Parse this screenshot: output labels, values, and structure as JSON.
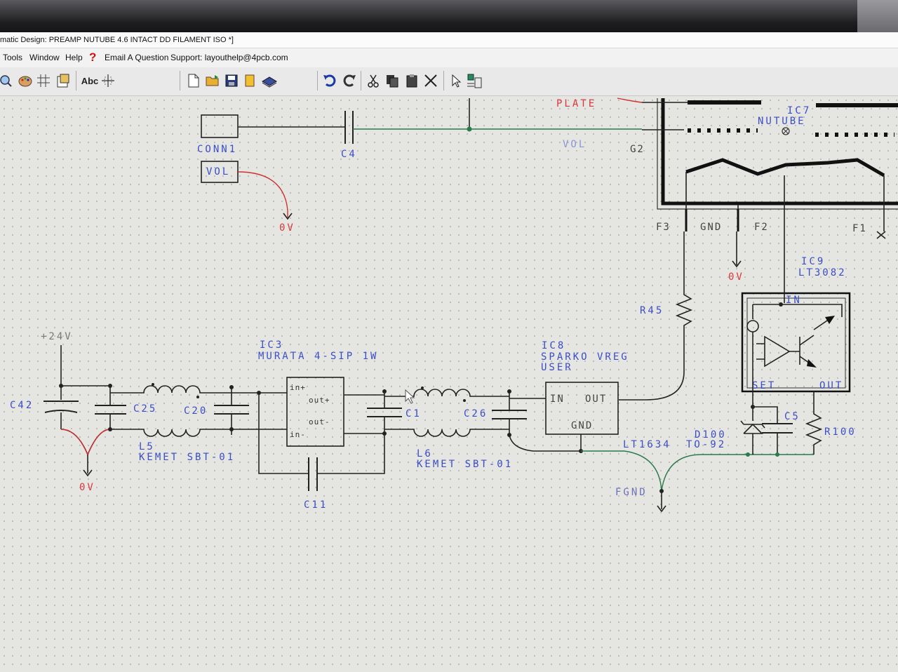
{
  "window": {
    "title": "matic Design: PREAMP NUTUBE 4.6 INTACT DD FILAMENT ISO *]"
  },
  "menu": {
    "items": [
      "Tools",
      "Window",
      "Help"
    ],
    "email": "Email A Question",
    "support": "Support: layouthelp@4pcb.com"
  },
  "toolbar": {
    "text_tool": "Abc"
  },
  "schematic": {
    "labels": {
      "plate": "PLATE",
      "ic7": "IC7",
      "nutube": "NUTUBE",
      "vol_net": "VOL",
      "g2": "G2",
      "conn1": "CONN1",
      "c4": "C4",
      "vol_port": "VOL",
      "ov_1": "0V",
      "f3": "F3",
      "gnd": "GND",
      "f2": "F2",
      "f1": "F1",
      "ov_2": "0V",
      "ic9": "IC9",
      "lt3082": "LT3082",
      "r45": "R45",
      "plus24v": "+24V",
      "ic3": "IC3",
      "murata": "MURATA 4-SIP 1W",
      "ic8": "IC8",
      "sparko": "SPARKO VREG",
      "user": "USER",
      "c42": "C42",
      "c25": "C25",
      "c20": "C20",
      "in_plus": "in+",
      "out_plus": "out+",
      "out_minus": "out-",
      "in_minus": "in-",
      "c1": "C1",
      "c26": "C26",
      "in": "IN",
      "out": "OUT",
      "ic8_gnd": "GND",
      "lt1634": "LT1634",
      "to92": "TO-92",
      "d100": "D100",
      "c5": "C5",
      "r100": "R100",
      "in9": "IN",
      "set": "SET",
      "out9": "OUT",
      "l5": "L5",
      "kemet1": "KEMET SBT-01",
      "l6": "L6",
      "kemet2": "KEMET SBT-01",
      "ov_3": "0V",
      "fgnd": "FGND",
      "c11": "C11"
    }
  }
}
